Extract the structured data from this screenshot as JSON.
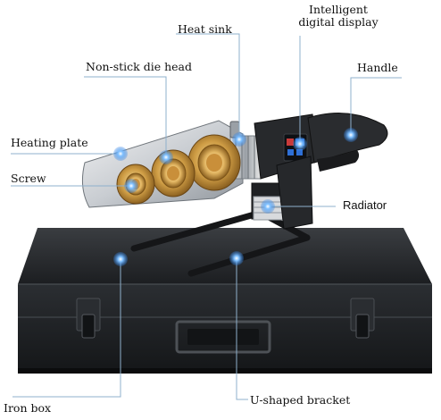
{
  "diagram": {
    "labels": {
      "heat_sink": "Heat sink",
      "display_line1": "Intelligent",
      "display_line2": "digital display",
      "die_head": "Non-stick die head",
      "handle": "Handle",
      "heating_plate": "Heating plate",
      "screw": "Screw",
      "radiator": "Radiator",
      "iron_box": "Iron box",
      "bracket": "U-shaped bracket"
    },
    "colors": {
      "leader_line": "#8fb0cc",
      "callout_dot": "#2f7fe0",
      "box_body": "#1e2124",
      "brass": "#c9973f",
      "machine_body": "#2a2c2f"
    }
  }
}
